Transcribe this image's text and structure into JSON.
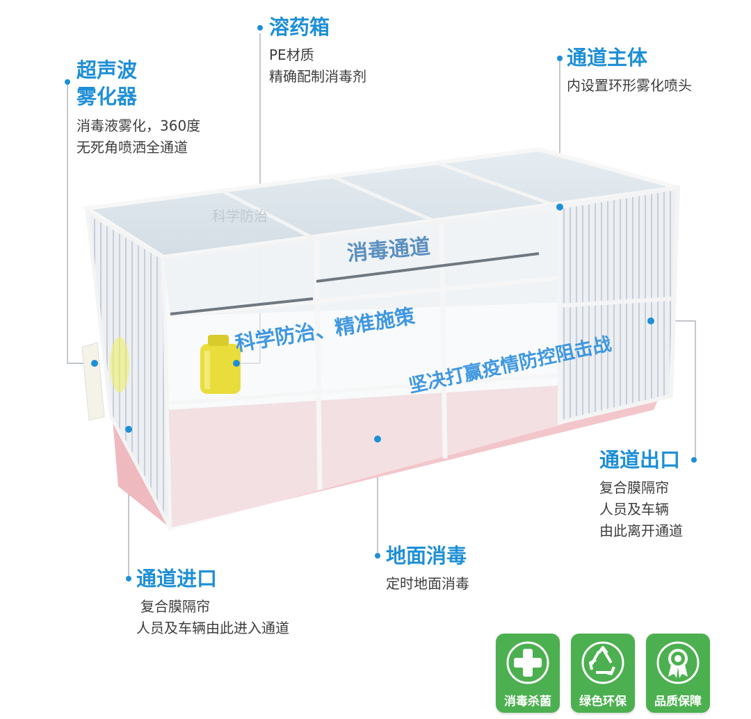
{
  "callouts": {
    "atomizer": {
      "title1": "超声波",
      "title2": "雾化器",
      "line1": "消毒液雾化，360度",
      "line2": "无死角喷洒全通道"
    },
    "tank": {
      "title": "溶药箱",
      "line1": "PE材质",
      "line2": "精确配制消毒剂"
    },
    "body": {
      "title": "通道主体",
      "line1": "内设置环形雾化喷头"
    },
    "exit": {
      "title": "通道出口",
      "line1": "复合膜隔帘",
      "line2": "人员及车辆",
      "line3": "由此离开通道"
    },
    "floor": {
      "title": "地面消毒",
      "line1": "定时地面消毒"
    },
    "entrance": {
      "title": "通道进口",
      "line1": "复合膜隔帘",
      "line2": "人员及车辆由此进入通道"
    }
  },
  "channel_signs": {
    "top": "消毒通道",
    "slogan1": "科学防治、精准施策",
    "slogan2": "坚决打赢疫情防控阻击战"
  },
  "badges": [
    {
      "label": "消毒杀菌",
      "icon": "medical-cross-icon"
    },
    {
      "label": "绿色环保",
      "icon": "recycle-icon"
    },
    {
      "label": "品质保障",
      "icon": "quality-award-icon"
    }
  ],
  "colors": {
    "accent": "#1e8fd6",
    "badge_green": "#4cb050",
    "floor_pink": "#f2c6cb",
    "frame": "#f4f4f4"
  }
}
